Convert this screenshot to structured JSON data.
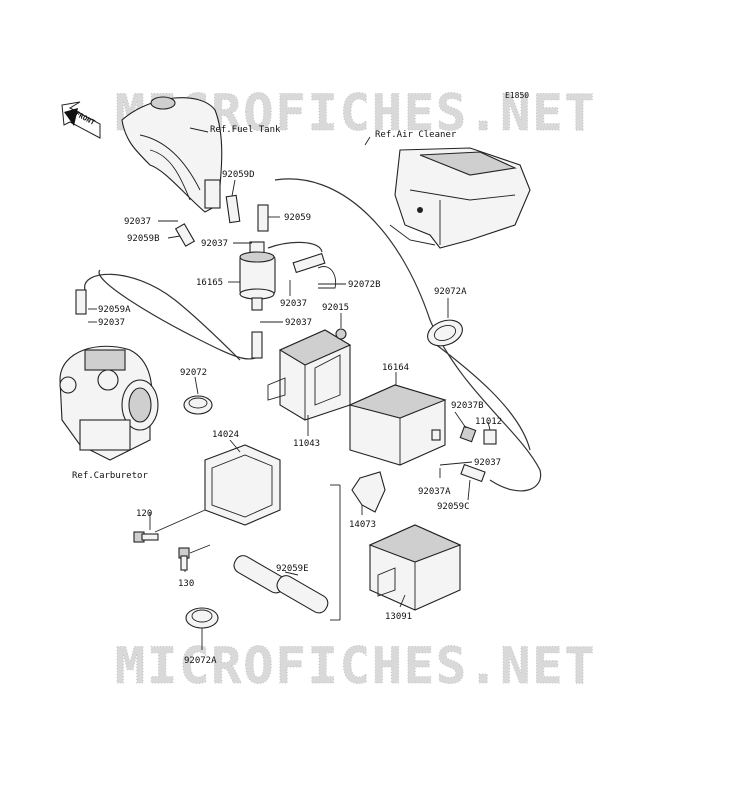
{
  "watermark": {
    "top": "MICROFICHES.NET",
    "bottom": "MICROFICHES.NET"
  },
  "diagram_code": "E1850",
  "front_arrow": "FRONT",
  "refs": {
    "fuel_tank": "Ref.Fuel Tank",
    "air_cleaner": "Ref.Air Cleaner",
    "carburetor": "Ref.Carburetor"
  },
  "parts": {
    "p92059D": "92059D",
    "p92059": "92059",
    "p92037_a": "92037",
    "p92059B": "92059B",
    "p92037_b": "92037",
    "p16165": "16165",
    "p92037_c": "92037",
    "p92072B": "92072B",
    "p92059A": "92059A",
    "p92037_d": "92037",
    "p92037_e": "92037",
    "p92015": "92015",
    "p92072A_top": "92072A",
    "p92072": "92072",
    "p16164": "16164",
    "p14024": "14024",
    "p11043": "11043",
    "p92037B": "92037B",
    "p11012": "11012",
    "p92037_f": "92037",
    "p92037A": "92037A",
    "p92059C": "92059C",
    "p120": "120",
    "p14073": "14073",
    "p92059E": "92059E",
    "p130": "130",
    "p13091": "13091",
    "p92072A_bottom": "92072A"
  }
}
